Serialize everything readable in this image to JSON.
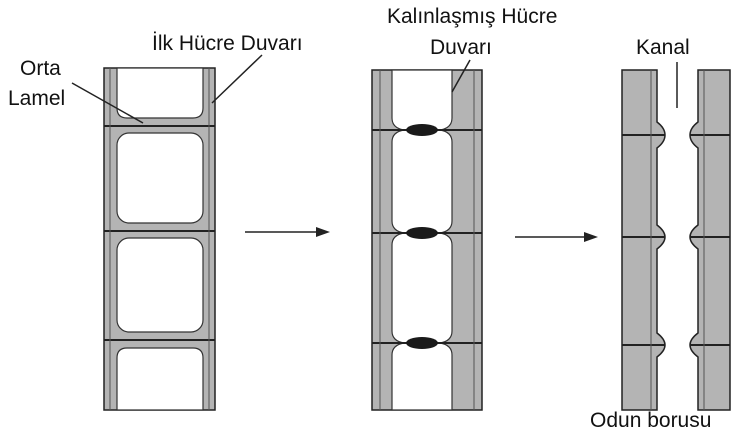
{
  "labels": {
    "middle_lamella_line1": "Orta",
    "middle_lamella_line2": "Lamel",
    "primary_wall": "İlk Hücre Duvarı",
    "thickened_wall_line1": "Kalınlaşmış Hücre",
    "thickened_wall_line2": "Duvarı",
    "channel": "Kanal",
    "vessel": "Odun borusu"
  },
  "colors": {
    "wall": "#b4b4b4",
    "line": "#222222",
    "pit": "#1a1a1a"
  }
}
